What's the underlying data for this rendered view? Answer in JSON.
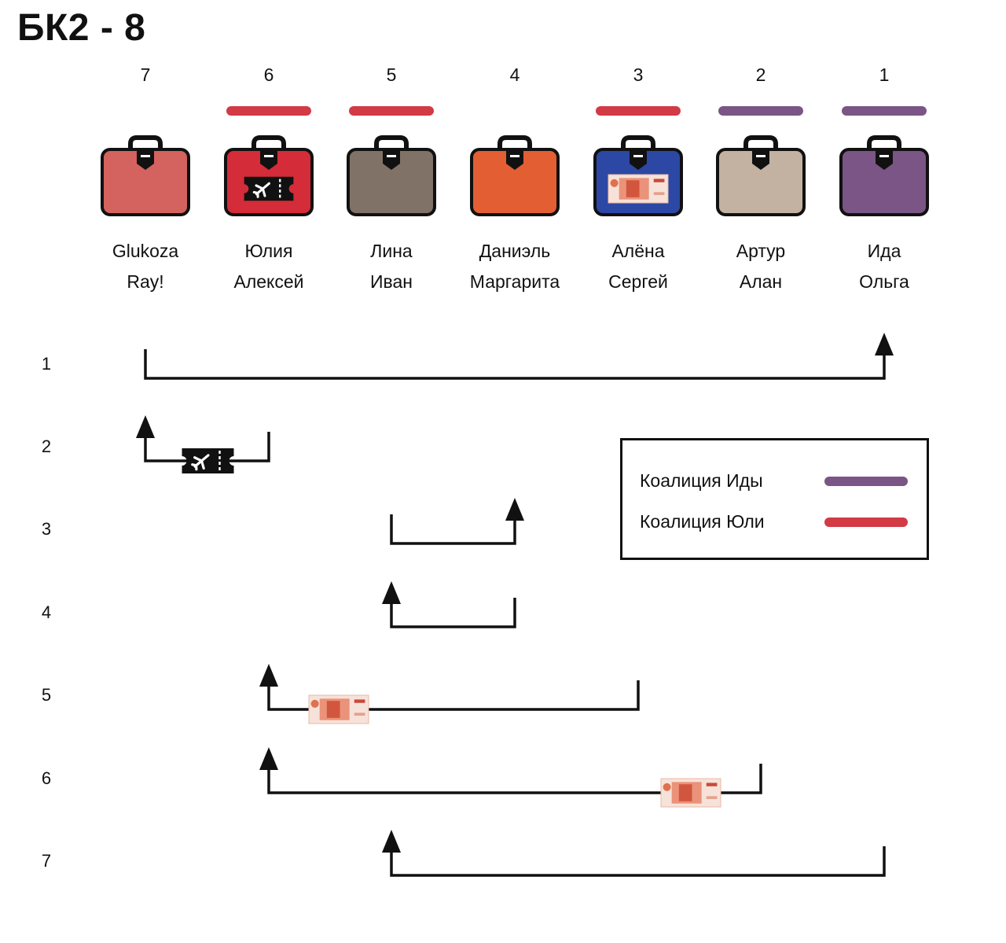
{
  "title": "БК2 - 8",
  "colors": {
    "ida_coalition": "#7a5585",
    "yulia_coalition": "#d23a45"
  },
  "cases": [
    {
      "number": "7",
      "color": "#d4625e",
      "coalition": "",
      "contents": "",
      "names": [
        "Glukoza",
        "Ray!"
      ]
    },
    {
      "number": "6",
      "color": "#d42c38",
      "coalition": "yulia",
      "contents": "ticket-icon",
      "names": [
        "Юлия",
        "Алексей"
      ]
    },
    {
      "number": "5",
      "color": "#817268",
      "coalition": "yulia",
      "contents": "",
      "names": [
        "Лина",
        "Иван"
      ]
    },
    {
      "number": "4",
      "color": "#e35e33",
      "coalition": "",
      "contents": "",
      "names": [
        "Даниэль",
        "Маргарита"
      ]
    },
    {
      "number": "3",
      "color": "#2c48a4",
      "coalition": "yulia",
      "contents": "banknote-icon",
      "names": [
        "Алёна",
        "Сергей"
      ]
    },
    {
      "number": "2",
      "color": "#c3b1a1",
      "coalition": "ida",
      "contents": "",
      "names": [
        "Артур",
        "Алан"
      ]
    },
    {
      "number": "1",
      "color": "#7a5585",
      "coalition": "ida",
      "contents": "",
      "names": [
        "Ида",
        "Ольга"
      ]
    }
  ],
  "rounds": [
    {
      "label": "1",
      "from": "7",
      "to": "1",
      "item": ""
    },
    {
      "label": "2",
      "from": "6",
      "to": "7",
      "item": "ticket-icon"
    },
    {
      "label": "3",
      "from": "5",
      "to": "4",
      "item": ""
    },
    {
      "label": "4",
      "from": "4",
      "to": "5",
      "item": ""
    },
    {
      "label": "5",
      "from": "3",
      "to": "6",
      "item": "banknote-icon"
    },
    {
      "label": "6",
      "from": "2",
      "to": "6",
      "item": "banknote-icon"
    },
    {
      "label": "7",
      "from": "1",
      "to": "5",
      "item": ""
    }
  ],
  "legend": {
    "items": [
      {
        "label": "Коалиция Иды",
        "color": "#7a5585"
      },
      {
        "label": "Коалиция Юли",
        "color": "#d23a45"
      }
    ]
  }
}
